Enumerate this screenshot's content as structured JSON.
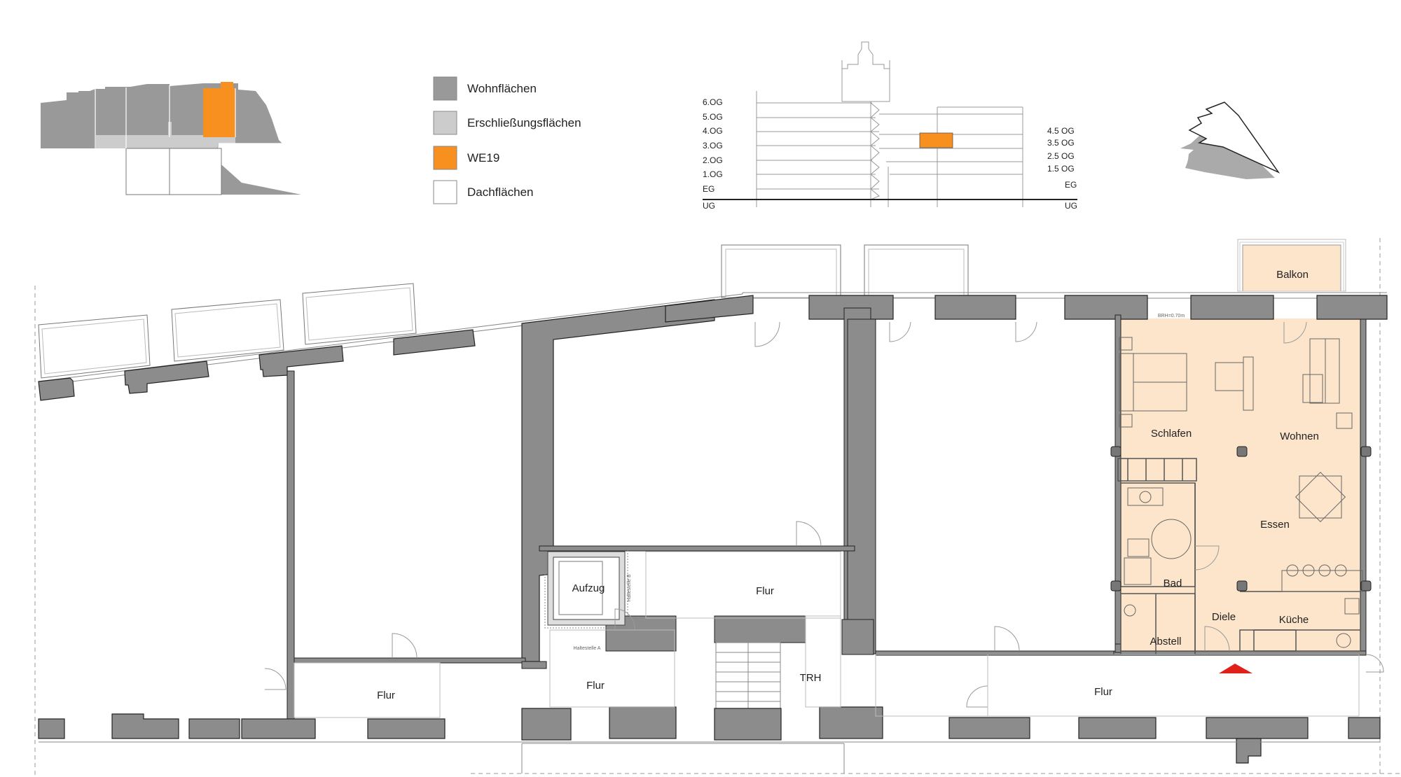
{
  "colors": {
    "wohnflaechen": "#999999",
    "erschliessung": "#cccccc",
    "unit": "#f7901e",
    "dach": "#ffffff",
    "unit_fill": "#fde5cc",
    "wall": "#8c8c8c",
    "arrow": "#e0201b"
  },
  "legend": [
    {
      "label": "Wohnflächen",
      "color_key": "wohnflaechen"
    },
    {
      "label": "Erschließungsflächen",
      "color_key": "erschliessung"
    },
    {
      "label": "WE19",
      "color_key": "unit"
    },
    {
      "label": "Dachflächen",
      "color_key": "dach"
    }
  ],
  "section": {
    "left_floors": [
      "6.OG",
      "5.OG",
      "4.OG",
      "3.OG",
      "2.OG",
      "1.OG",
      "EG",
      "UG"
    ],
    "right_floors": [
      "4.5 OG",
      "3.5 OG",
      "2.5 OG",
      "1.5 OG",
      "EG",
      "UG"
    ]
  },
  "rooms": {
    "balkon": "Balkon",
    "schlafen": "Schlafen",
    "wohnen": "Wohnen",
    "essen": "Essen",
    "bad": "Bad",
    "diele": "Diele",
    "kueche": "Küche",
    "abstell": "Abstell",
    "aufzug": "Aufzug",
    "flur_center": "Flur",
    "flur_left": "Flur",
    "flur_stair": "Flur",
    "trh": "TRH",
    "flur_right": "Flur"
  },
  "small_text": {
    "haltestelle_b": "Haltestelle B",
    "haltestelle_a": "Haltestelle A",
    "brh": "BRH=0.70m"
  },
  "icons": [
    "north-arrow-icon",
    "entrance-arrow-icon"
  ]
}
